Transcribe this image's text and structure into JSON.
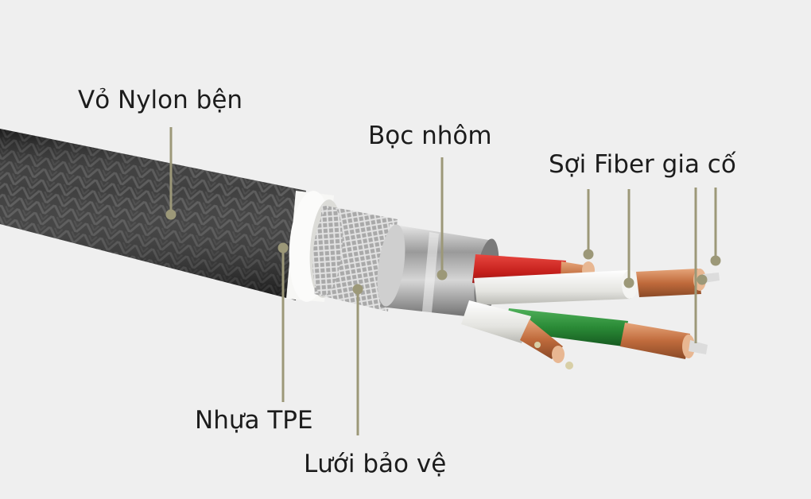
{
  "labels": {
    "braided_nylon": "Vỏ Nylon bện",
    "aluminum_foil": "Bọc nhôm",
    "fiber_reinforcement": "Sợi Fiber gia cố",
    "tpe_plastic": "Nhựa TPE",
    "protective_mesh": "Lưới bảo vệ"
  },
  "colors": {
    "background": "#efefef",
    "jacket": "#2b2b2b",
    "pointer": "#9c9878",
    "wire_red": "#c8231f",
    "wire_green": "#2e8a3a",
    "wire_white": "#e6e6e2",
    "copper": "#c77d4f"
  }
}
